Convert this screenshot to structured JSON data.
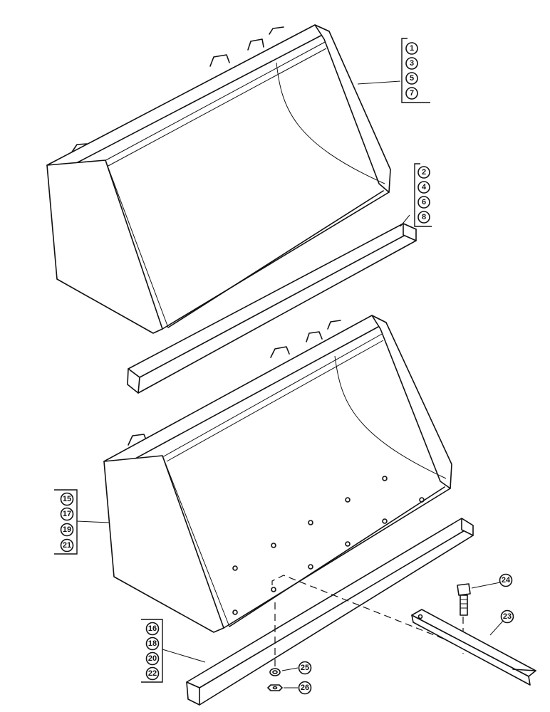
{
  "groups": {
    "upper_bucket": {
      "items": [
        "1",
        "3",
        "5",
        "7"
      ]
    },
    "upper_cutting_edge": {
      "items": [
        "2",
        "4",
        "6",
        "8"
      ]
    },
    "lower_bucket": {
      "items": [
        "15",
        "17",
        "19",
        "21"
      ]
    },
    "lower_cutting_edge": {
      "items": [
        "16",
        "18",
        "20",
        "22"
      ]
    }
  },
  "singles": {
    "bolt": "24",
    "bolt_on_edge": "23",
    "washer": "25",
    "nut": "26"
  }
}
